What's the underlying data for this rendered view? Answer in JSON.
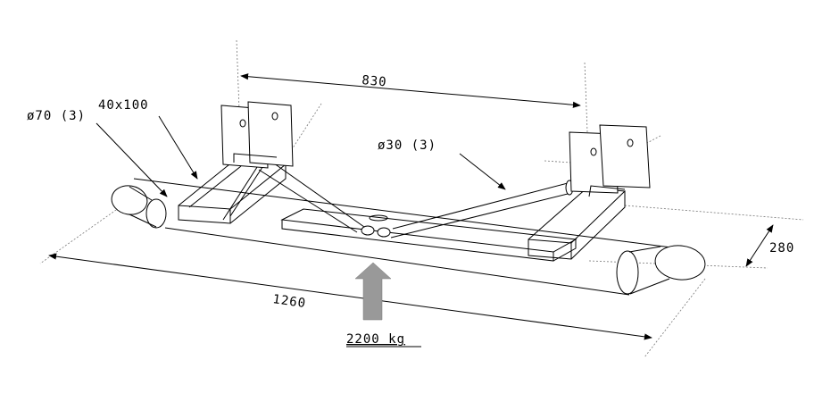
{
  "labels": {
    "dim_top": "830",
    "dim_bottom": "1260",
    "dim_right": "280",
    "tube_main": "ø70 (3)",
    "tube_section": "40x100",
    "tube_brace": "ø30 (3)",
    "load": "2200 kg"
  },
  "colors": {
    "line": "#000000",
    "load_arrow": "#999999",
    "background": "#ffffff"
  }
}
